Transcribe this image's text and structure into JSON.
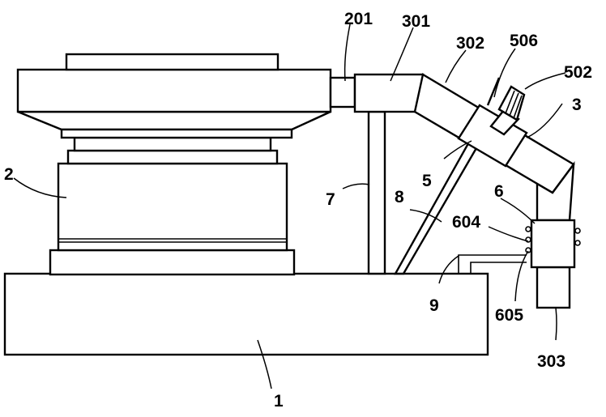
{
  "labels": {
    "l1": "1",
    "l2": "2",
    "l3": "3",
    "l5": "5",
    "l6": "6",
    "l7": "7",
    "l8": "8",
    "l9": "9",
    "l201": "201",
    "l301": "301",
    "l302": "302",
    "l303": "303",
    "l502": "502",
    "l506": "506",
    "l604": "604",
    "l605": "605"
  }
}
